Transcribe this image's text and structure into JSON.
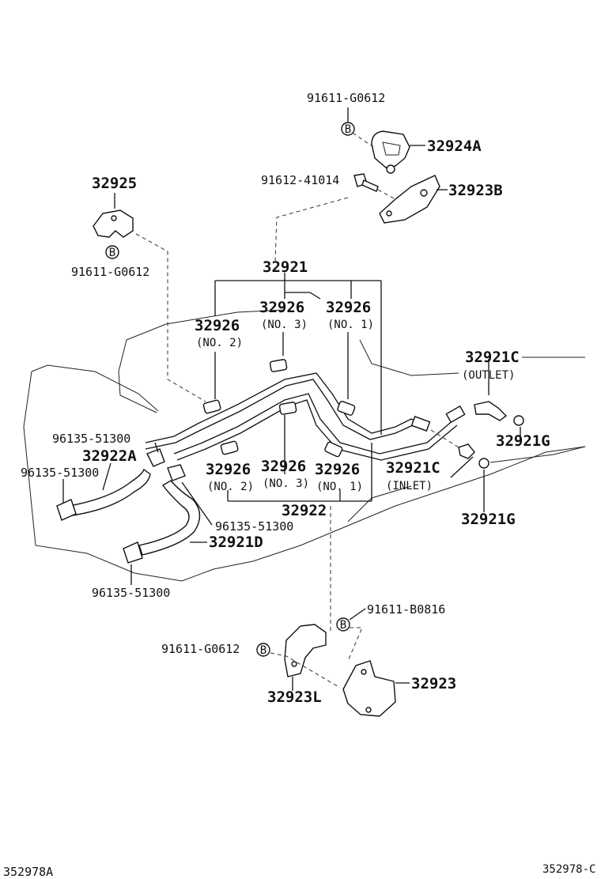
{
  "labels": {
    "bolt_top": "91611-G0612",
    "clamp_32924a": "32924A",
    "bolt_41014": "91612-41014",
    "bracket_32923b": "32923B",
    "clamp_32925": "32925",
    "bolt_left": "91611-G0612",
    "tube_32921": "32921",
    "grom_a_no3": "32926",
    "grom_a_no3_sub": "(NO. 3)",
    "grom_a_no1": "32926",
    "grom_a_no1_sub": "(NO. 1)",
    "grom_a_no2": "32926",
    "grom_a_no2_sub": "(NO. 2)",
    "outlet_32921c": "32921C",
    "outlet_sub": "(OUTLET)",
    "grom_g_upper": "32921G",
    "clip_96135_a": "96135-51300",
    "hose_32922a": "32922A",
    "clip_96135_b": "96135-51300",
    "grom_b_no2": "32926",
    "grom_b_no2_sub": "(NO. 2)",
    "grom_b_no3": "32926",
    "grom_b_no3_sub": "(NO. 3)",
    "grom_b_no1": "32926",
    "grom_b_no1_sub": "(NO. 1)",
    "inlet_32921c": "32921C",
    "inlet_sub": "(INLET)",
    "tube_32922": "32922",
    "grom_g_lower": "32921G",
    "clip_96135_c": "96135-51300",
    "hose_32921d": "32921D",
    "clip_96135_d": "96135-51300",
    "bolt_b0816": "91611-B0816",
    "bolt_bottom": "91611-G0612",
    "bracket_32923": "32923",
    "bracket_32923l": "32923L",
    "bolt_marker": "B"
  },
  "footer": {
    "left_code": "352978A",
    "right_code": "352978-C"
  }
}
